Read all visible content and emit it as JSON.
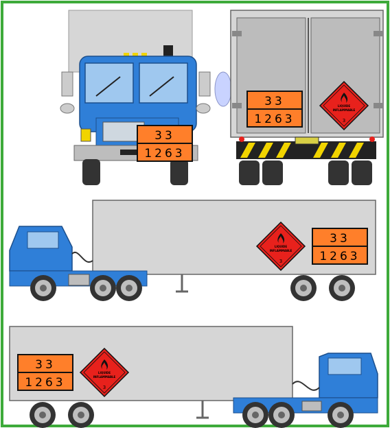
{
  "hazard_plate": {
    "top": "33",
    "bottom": "1263",
    "color": "#ff7f2a"
  },
  "diamond_label": {
    "line1": "LIQUIDE",
    "line2": "INFLAMMABLE",
    "class_number": "3",
    "color": "#e8211c"
  },
  "frame_color": "#3daa3a",
  "truck_body_color": "#d6d6d6",
  "cab_color": "#2f7fd8",
  "icons": [
    "flame-icon"
  ]
}
